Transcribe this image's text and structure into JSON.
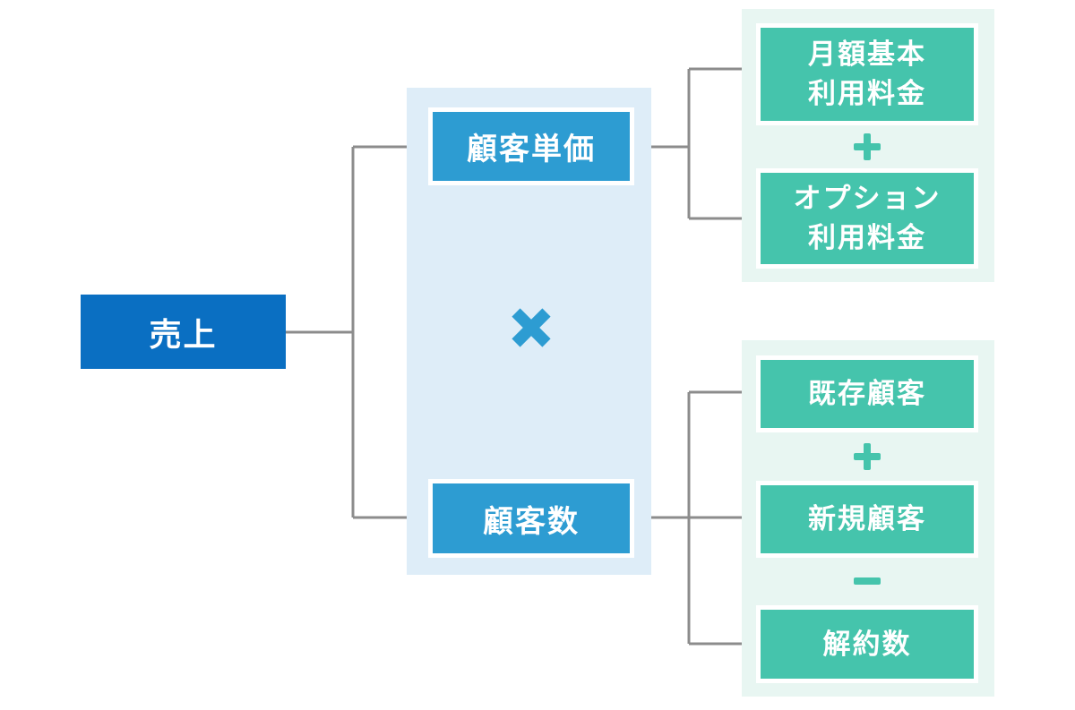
{
  "diagram": {
    "title": "sales-kpi-decomposition-tree",
    "root": {
      "label": "売上"
    },
    "operators": {
      "multiply": "×",
      "plus": "+",
      "minus": "−"
    },
    "factors": [
      {
        "label": "顧客単価"
      },
      {
        "label": "顧客数"
      }
    ],
    "leaf_groups": [
      {
        "name": "unit-price-terms",
        "items": [
          {
            "lines": [
              "月額基本",
              "利用料金"
            ]
          },
          {
            "lines": [
              "オプション",
              "利用料金"
            ]
          }
        ],
        "joins": [
          "+"
        ]
      },
      {
        "name": "customer-count-terms",
        "items": [
          {
            "lines": [
              "既存顧客"
            ]
          },
          {
            "lines": [
              "新規顧客"
            ]
          },
          {
            "lines": [
              "解約数"
            ]
          }
        ],
        "joins": [
          "+",
          "−"
        ]
      }
    ],
    "colors": {
      "root_blue": "#0A6FC2",
      "factor_blue": "#2D9CD2",
      "factor_panel_blue": "#DEEDF8",
      "leaf_teal": "#45C4AC",
      "leaf_panel_mint": "#E8F6F2",
      "connector_gray": "#8C8C8C",
      "text_white": "#FFFFFF"
    }
  }
}
